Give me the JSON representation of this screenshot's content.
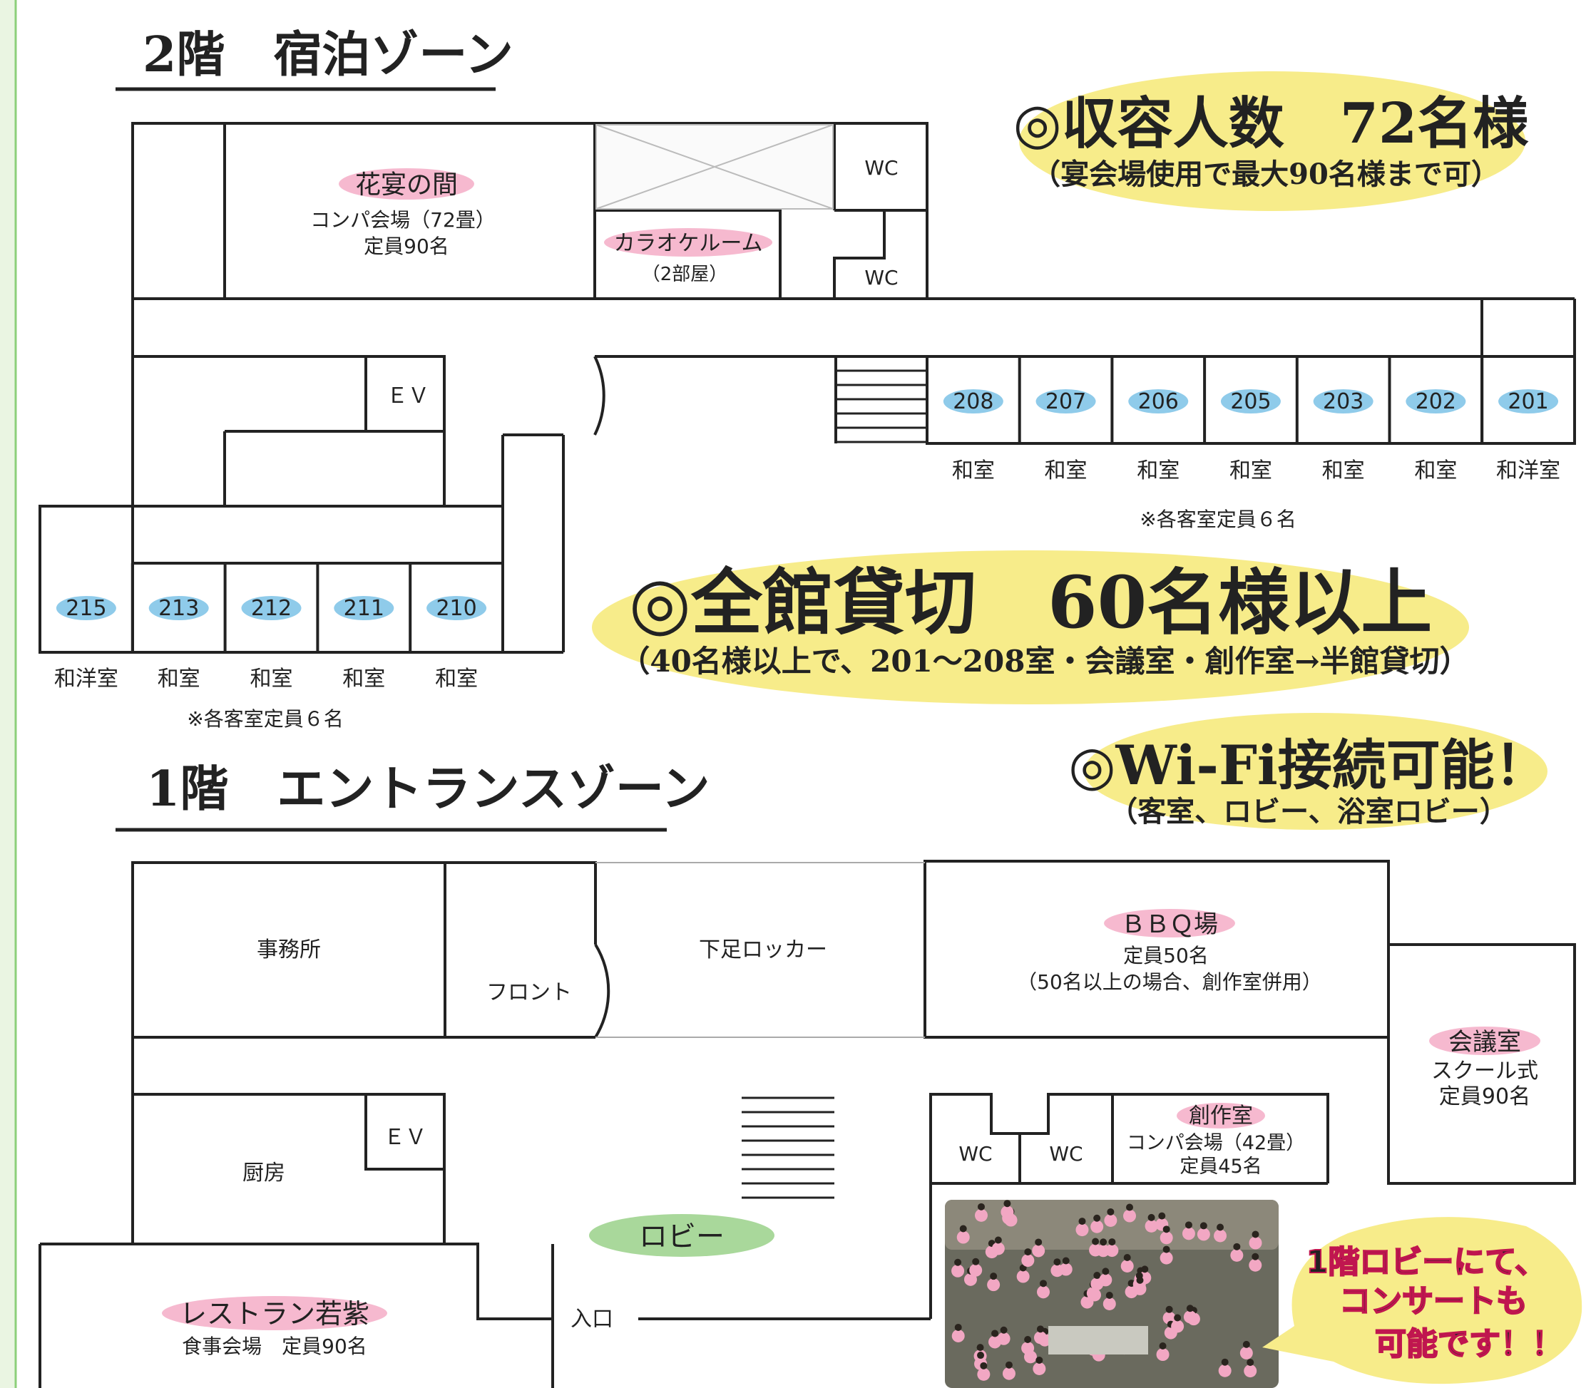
{
  "floor2": {
    "heading": "2階　宿泊ゾーン",
    "hanaen": {
      "name": "花宴の間",
      "line1": "コンパ会場（72畳）",
      "line2": "定員90名"
    },
    "karaoke": {
      "name": "カラオケルーム",
      "sub": "（2部屋）"
    },
    "wc_top": "WC",
    "wc_bottom": "WC",
    "ev": "ＥＶ",
    "rooms_east": [
      {
        "number": "208",
        "type": "和室"
      },
      {
        "number": "207",
        "type": "和室"
      },
      {
        "number": "206",
        "type": "和室"
      },
      {
        "number": "205",
        "type": "和室"
      },
      {
        "number": "203",
        "type": "和室"
      },
      {
        "number": "202",
        "type": "和室"
      },
      {
        "number": "201",
        "type": "和洋室"
      }
    ],
    "rooms_west": [
      {
        "number": "215",
        "type": "和洋室"
      },
      {
        "number": "213",
        "type": "和室"
      },
      {
        "number": "212",
        "type": "和室"
      },
      {
        "number": "211",
        "type": "和室"
      },
      {
        "number": "210",
        "type": "和室"
      }
    ],
    "capacity_note_east": "※各客室定員６名",
    "capacity_note_west": "※各客室定員６名"
  },
  "callouts": {
    "capacity": {
      "title": "◎収容人数　72名様",
      "sub": "（宴会場使用で最大90名様まで可）"
    },
    "charter": {
      "title": "◎全館貸切　60名様以上",
      "sub": "（40名様以上で、201～208室・会議室・創作室→半館貸切）"
    },
    "wifi": {
      "title": "◎Wi-Fi接続可能！",
      "sub": "（客室、ロビー、浴室ロビー）"
    }
  },
  "floor1": {
    "heading": "1階　エントランスゾーン",
    "office": "事務所",
    "front": "フロント",
    "locker": "下足ロッカー",
    "bbq": {
      "name": "ＢＢＱ場",
      "line1": "定員50名",
      "line2": "（50名以上の場合、創作室併用）"
    },
    "meeting": {
      "name": "会議室",
      "line1": "スクール式",
      "line2": "定員90名"
    },
    "creative": {
      "name": "創作室",
      "line1": "コンパ会場（42畳）",
      "line2": "定員45名"
    },
    "wc_left": "WC",
    "wc_right": "WC",
    "ev": "ＥＶ",
    "kitchen": "厨房",
    "lobby": "ロビー",
    "restaurant": {
      "name": "レストラン若紫",
      "line1": "食事会場　定員90名"
    },
    "entrance": "入口"
  },
  "concert": {
    "line1": "1階ロビーにて、",
    "line2": "コンサートも",
    "line3": "可能です！！"
  },
  "colors": {
    "pink": "#f6b9cf",
    "blue": "#8fcbea",
    "yellow": "#f7ec8a",
    "green": "#a9d89b",
    "frame": "#8ccf7a"
  }
}
